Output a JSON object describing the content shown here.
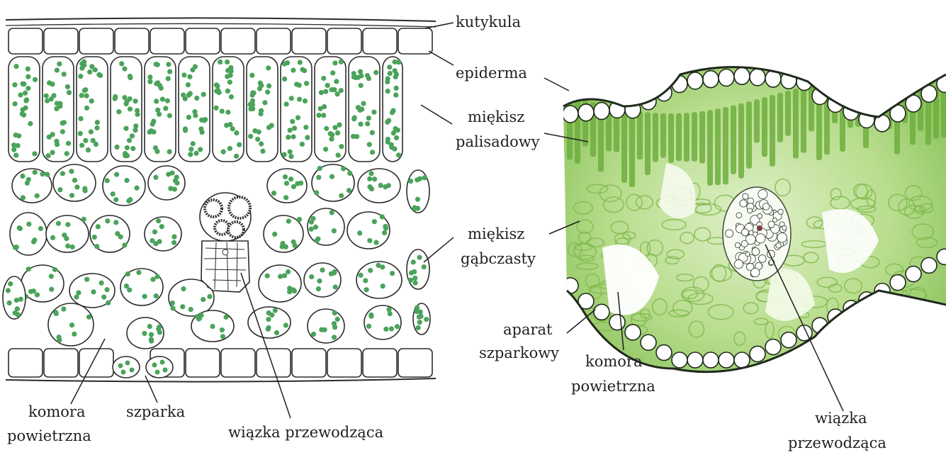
{
  "left_diagram": {
    "labels": {
      "kutykula": "kutykula",
      "epiderma": "epiderma",
      "miekisz_palisadowy_1": "miękisz",
      "miekisz_palisadowy_2": "palisadowy",
      "miekisz_gabczasty_1": "miękisz",
      "miekisz_gabczasty_2": "gąbczasty",
      "komora_1": "komora",
      "komora_2": "powietrzna",
      "szparka": "szparka",
      "wiazka": "wiązka przewodząca"
    },
    "colors": {
      "chloroplast": "#4aa35a",
      "outline": "#2b2b2b"
    }
  },
  "right_micrograph": {
    "labels": {
      "aparat_1": "aparat",
      "aparat_2": "szparkowy",
      "komora_1": "komora",
      "komora_2": "powietrzna",
      "wiazka_1": "wiązka",
      "wiazka_2": "przewodząca"
    },
    "colors": {
      "tissue": "#6fae3e",
      "tissue_light": "#b9dd8e",
      "outline": "#1f2a1c"
    }
  }
}
